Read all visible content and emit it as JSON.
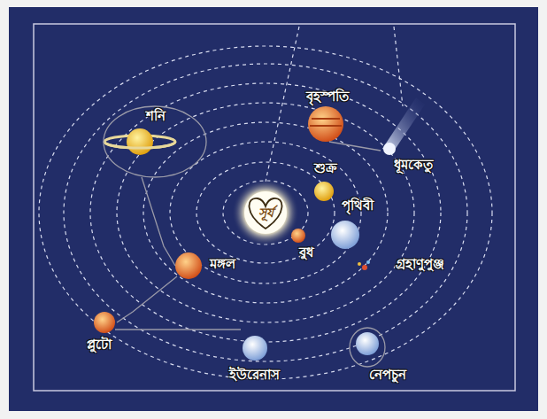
{
  "diagram": {
    "labels": [
      "বৃহস্পতি",
      "শনি",
      "শুক্র",
      "ধূমকেতু",
      "সূর্য",
      "পৃথিবী",
      "বুধ",
      "মঙ্গল",
      "গ্রহাণুপুঞ্জ",
      "প্লুটো",
      "নেপচুন",
      "ইউরেনাস"
    ]
  }
}
